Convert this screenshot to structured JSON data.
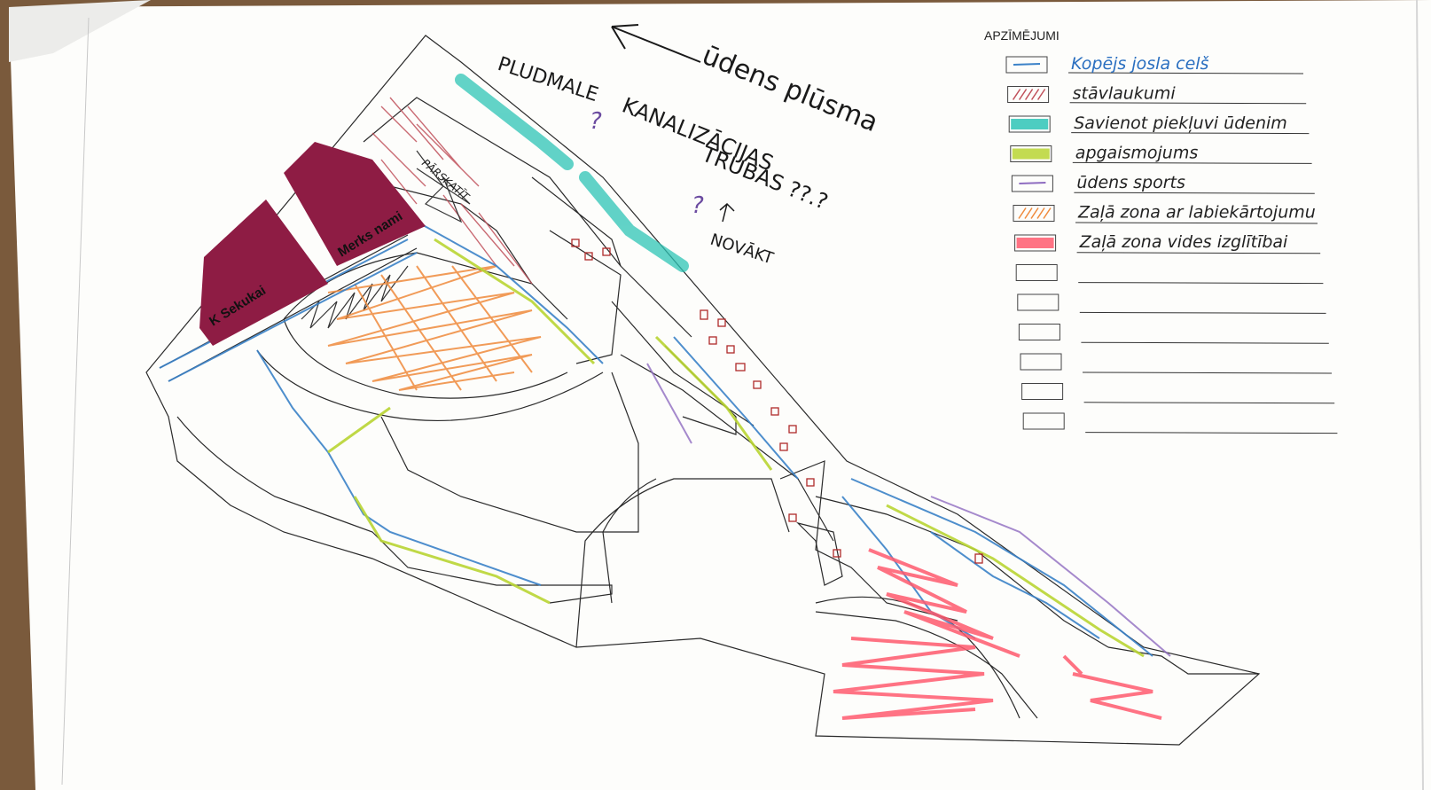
{
  "legend": {
    "title": "APZĪMĒJUMI",
    "items": [
      {
        "label": "Kopējs josla celš",
        "swatch": "blue-line",
        "color": "#3b82c8",
        "text_color": "#2a6fc0"
      },
      {
        "label": "stāvlaukumi",
        "swatch": "red-hatch",
        "color": "#c0505a",
        "text_color": "#222"
      },
      {
        "label": "Savienot piekļuvi ūdenim",
        "swatch": "teal-fill",
        "color": "#2ec4b6",
        "text_color": "#222"
      },
      {
        "label": "apgaismojums",
        "swatch": "green-fill",
        "color": "#b9d533",
        "text_color": "#222"
      },
      {
        "label": "ūdens sports",
        "swatch": "purple-line",
        "color": "#8e6cc0",
        "text_color": "#222"
      },
      {
        "label": "Zaļā zona ar labiekārtojumu",
        "swatch": "orange-hatch",
        "color": "#ef8a3c",
        "text_color": "#222"
      },
      {
        "label": "Zaļā zona vides izglītībai",
        "swatch": "pink-fill",
        "color": "#ff5a6e",
        "text_color": "#222"
      },
      {
        "label": "",
        "swatch": "empty"
      },
      {
        "label": "",
        "swatch": "empty"
      },
      {
        "label": "",
        "swatch": "empty"
      },
      {
        "label": "",
        "swatch": "empty"
      },
      {
        "label": "",
        "swatch": "empty"
      },
      {
        "label": "",
        "swatch": "empty"
      }
    ]
  },
  "annotations": {
    "water_flow": "ūdens plūsma",
    "beach": "PLUDMALE",
    "sewer": "KANALIZĀCIJAS",
    "pipes": "TRUBAS ??.?",
    "remove": "NOVĀKT",
    "question_1": "?",
    "question_2": "?",
    "hatch_note": "PĀRSKATĪT"
  },
  "blocks": {
    "block_1": "K Sekukai",
    "block_2": "Merks nami"
  },
  "colors": {
    "paper": "#fdfdfb",
    "block_fill": "#8e1c44",
    "outline": "#222222"
  }
}
